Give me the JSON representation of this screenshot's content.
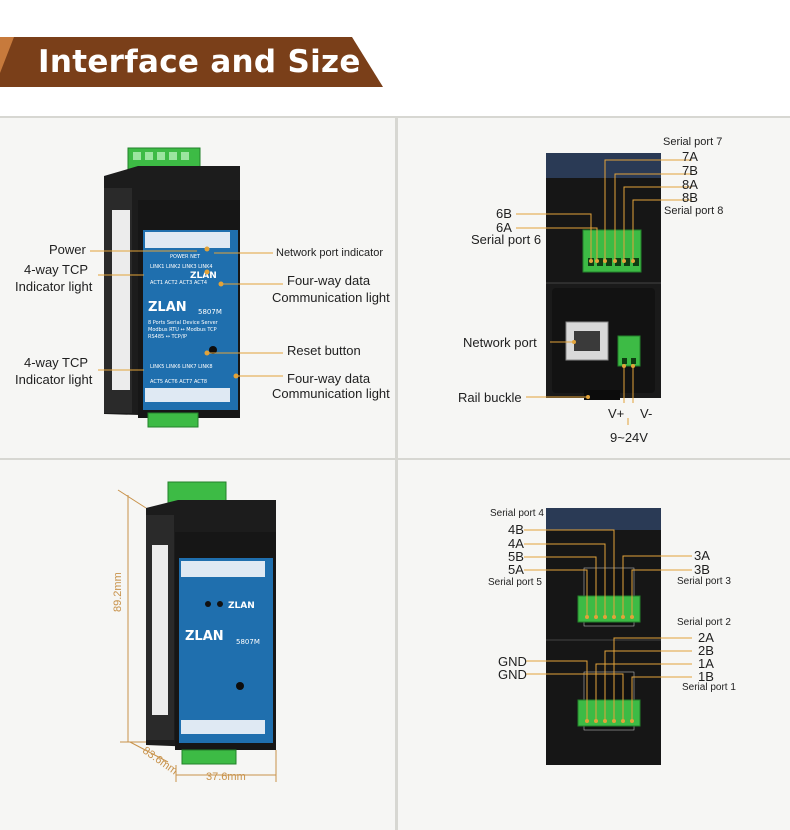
{
  "banner": {
    "title": "Interface and Size",
    "color_dark": "#7a3f19",
    "color_light": "#c77a3c"
  },
  "colors": {
    "leader": "#e2a33a",
    "device_body": "#1c1c1c",
    "device_panel": "#1f6fae",
    "terminal_green": "#3dbb45"
  },
  "front_view": {
    "model": "5807M",
    "brand": "ZLAN",
    "product_line1": "8 Ports Serial Device Server",
    "product_line2": "Modbus RTU←→Modbus TCP",
    "product_line3": "RS485←→TCP/IP",
    "labels": {
      "power": "Power",
      "tcp_top_1": "4-way TCP",
      "tcp_top_2": "Indicator light",
      "network_indicator": "Network port indicator",
      "data_top_1": "Four-way data",
      "data_top_2": "Communication light",
      "reset": "Reset button",
      "tcp_bottom_1": "4-way TCP",
      "tcp_bottom_2": "Indicator light",
      "data_bottom_1": "Four-way data",
      "data_bottom_2": "Communication light"
    }
  },
  "side_top": {
    "serial7": "Serial port 7",
    "p7a": "7A",
    "p7b": "7B",
    "p8a": "8A",
    "p8b": "8B",
    "serial8": "Serial port 8",
    "p6b": "6B",
    "p6a": "6A",
    "serial6": "Serial port 6",
    "network_port": "Network port",
    "rail_buckle": "Rail buckle",
    "vplus": "V+",
    "vminus": "V-",
    "voltage": "9~24V"
  },
  "size_view": {
    "height": "89.2mm",
    "depth": "83.6mm",
    "width": "37.6mm"
  },
  "side_bottom": {
    "serial4": "Serial port 4",
    "p4b": "4B",
    "p4a": "4A",
    "p5b": "5B",
    "p5a": "5A",
    "serial5": "Serial port 5",
    "p3a": "3A",
    "p3b": "3B",
    "serial3": "Serial port 3",
    "serial2": "Serial port 2",
    "p2a": "2A",
    "p2b": "2B",
    "p1a": "1A",
    "p1b": "1B",
    "serial1": "Serial port 1",
    "gnd1": "GND",
    "gnd2": "GND"
  }
}
